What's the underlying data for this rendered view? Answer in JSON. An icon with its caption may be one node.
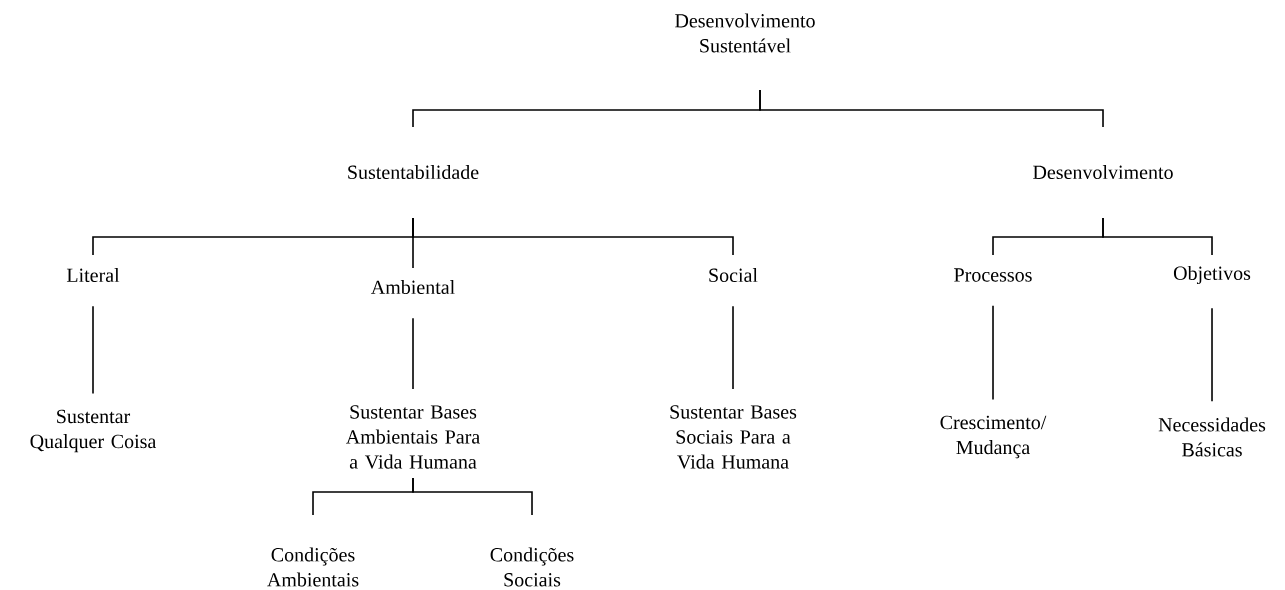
{
  "diagram": {
    "nodes": [
      {
        "text": [
          "Desenvolvimento Sustentável"
        ]
      },
      {
        "text": [
          "Sustentabilidade"
        ]
      },
      {
        "text": [
          "Desenvolvimento"
        ]
      },
      {
        "text": [
          "Literal"
        ]
      },
      {
        "text": [
          "Ambiental"
        ]
      },
      {
        "text": [
          "Social"
        ]
      },
      {
        "text": [
          "Processos"
        ]
      },
      {
        "text": [
          "Objetivos"
        ]
      },
      {
        "text": [
          "Sustentar Qualquer Coisa"
        ]
      },
      {
        "text": [
          "Sustentar Bases Ambientais Para a Vida Humana"
        ]
      },
      {
        "text": [
          "Sustentar Bases Sociais Para a Vida Humana"
        ]
      },
      {
        "text": [
          "Crescimento/ Mudança"
        ]
      },
      {
        "text": [
          "Necessidades Básicas"
        ]
      },
      {
        "text": [
          "Condições Ambientais"
        ]
      },
      {
        "text": [
          "Condições Sociais"
        ]
      }
    ],
    "edges": [
      {
        "from": 0,
        "to": 1,
        "arrow": "none"
      },
      {
        "from": 0,
        "to": 2,
        "arrow": "none"
      },
      {
        "from": 1,
        "to": 3,
        "arrow": "none"
      },
      {
        "from": 1,
        "to": 4,
        "arrow": "none"
      },
      {
        "from": 1,
        "to": 5,
        "arrow": "none"
      },
      {
        "from": 2,
        "to": 6,
        "arrow": "none"
      },
      {
        "from": 2,
        "to": 7,
        "arrow": "none"
      },
      {
        "from": 3,
        "to": 8,
        "arrow": "none"
      },
      {
        "from": 4,
        "to": 9,
        "arrow": "none"
      },
      {
        "from": 5,
        "to": 10,
        "arrow": "none"
      },
      {
        "from": 6,
        "to": 11,
        "arrow": "none"
      },
      {
        "from": 7,
        "to": 12,
        "arrow": "none"
      },
      {
        "from": 9,
        "to": 13,
        "arrow": "none"
      },
      {
        "from": 9,
        "to": 14,
        "arrow": "none"
      }
    ]
  }
}
